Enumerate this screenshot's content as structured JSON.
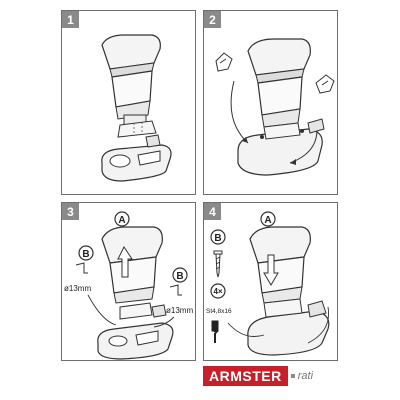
{
  "steps": [
    {
      "number": "1"
    },
    {
      "number": "2"
    },
    {
      "number": "3",
      "callout_a": "A",
      "callout_b": "B",
      "hole_label": "ø13mm"
    },
    {
      "number": "4",
      "callout_a": "A",
      "callout_b": "B",
      "screw_count": "4×",
      "screw_spec": "St4,8x16"
    }
  ],
  "brand": {
    "name": "ARMSTER",
    "sub": "rati"
  },
  "colors": {
    "frame": "#6e6e6e",
    "badge": "#8a8a8a",
    "brand": "#c8202a"
  }
}
